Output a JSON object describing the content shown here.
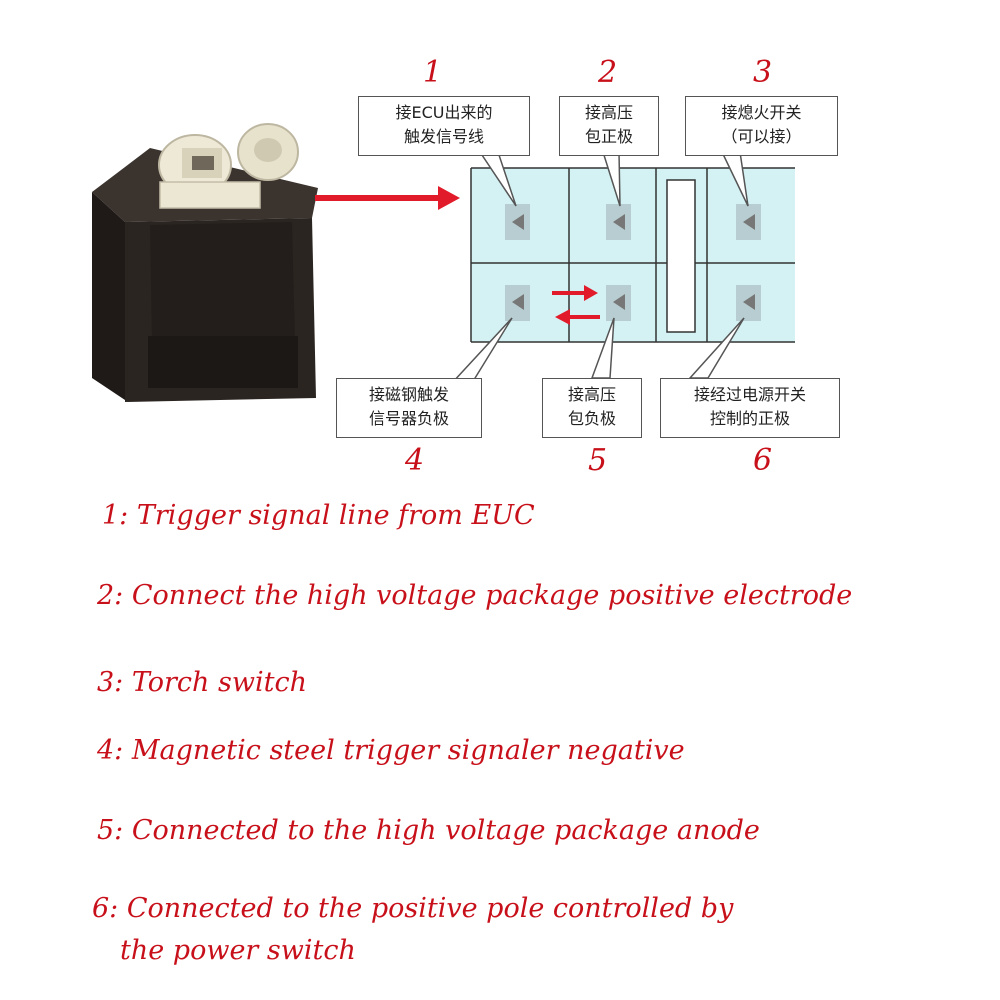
{
  "numbers": [
    "1",
    "2",
    "3",
    "4",
    "5",
    "6"
  ],
  "callouts": {
    "c1": [
      "接ECU出来的",
      "触发信号线"
    ],
    "c2": [
      "接高压",
      "包正极"
    ],
    "c3": [
      "接熄火开关",
      "（可以接）"
    ],
    "c4": [
      "接磁钢触发",
      "信号器负极"
    ],
    "c5": [
      "接高压",
      "包负极"
    ],
    "c6": [
      "接经过电源开关",
      "控制的正极"
    ]
  },
  "captions": [
    "1: Trigger signal line from EUC",
    "2: Connect the high voltage package positive electrode",
    "3: Torch switch",
    "4: Magnetic steel trigger signaler negative",
    "5: Connected to the high voltage package anode",
    "6: Connected to the positive pole controlled by",
    "the power switch"
  ],
  "colors": {
    "accent": "#c8101a",
    "pin_fill": "#cdeef0",
    "module_body": "#2b2521",
    "connector": "#eee9d6"
  }
}
